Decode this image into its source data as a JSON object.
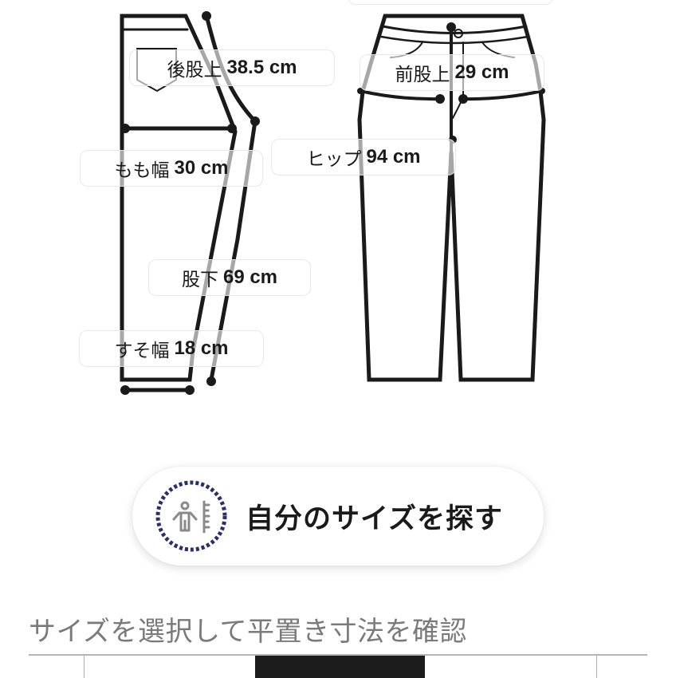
{
  "diagram": {
    "labels": {
      "back_rise": {
        "name": "後股上",
        "value": "38.5 cm"
      },
      "thigh_width": {
        "name": "もも幅",
        "value": "30 cm"
      },
      "inseam": {
        "name": "股下",
        "value": "69 cm"
      },
      "hem_width": {
        "name": "すそ幅",
        "value": "18 cm"
      },
      "front_rise": {
        "name": "前股上",
        "value": "29 cm"
      },
      "hip": {
        "name": "ヒップ",
        "value": "94 cm"
      }
    },
    "colors": {
      "line": "#1a1a1a",
      "dot": "#1a1a1a"
    }
  },
  "find_size_button": {
    "label": "自分のサイズを探す",
    "icon": "body-measure-icon",
    "ring_color": "#2b2d6e",
    "icon_color": "#8a8a8a"
  },
  "size_section": {
    "heading": "サイズを選択して平置き寸法を確認",
    "selected_color": "#1c1c1c"
  }
}
